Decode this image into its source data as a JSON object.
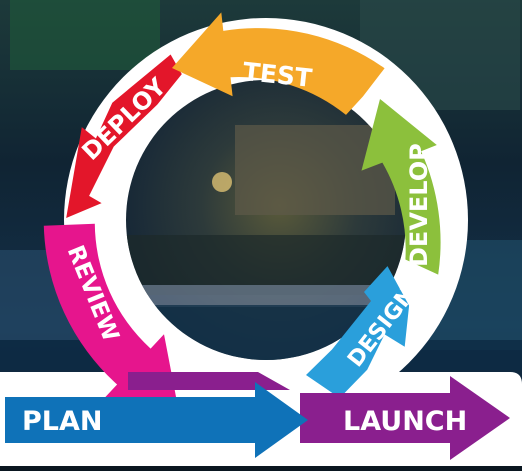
{
  "stages": {
    "plan": {
      "label": "PLAN",
      "color": "#0f72b8"
    },
    "launch": {
      "label": "LAUNCH",
      "color": "#8a1f8e"
    },
    "design": {
      "label": "DESIGN",
      "color": "#2a9fdb"
    },
    "develop": {
      "label": "DEVELOP",
      "color": "#8cc03c"
    },
    "test": {
      "label": "TEST",
      "color": "#f5a829"
    },
    "deploy": {
      "label": "DEPLOY",
      "color": "#e3162a"
    },
    "review": {
      "label": "REVIEW",
      "color": "#e6158d"
    }
  },
  "colors": {
    "ring": "#ffffff",
    "banner": "#ffffff"
  }
}
